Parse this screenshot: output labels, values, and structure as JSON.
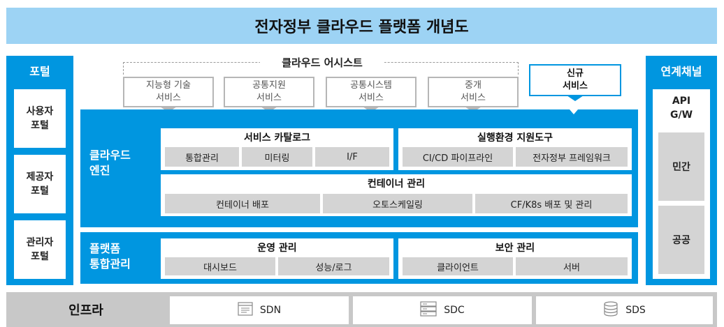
{
  "title": "전자정부 클라우드 플랫폼 개념도",
  "portal": {
    "header": "포털",
    "items": [
      "사용자\n포털",
      "제공자\n포털",
      "관리자\n포털"
    ]
  },
  "linkage": {
    "header": "연계채널",
    "api": "API\nG/W",
    "items": [
      "민간",
      "공공"
    ]
  },
  "cloud_assist": {
    "label": "클라우드 어시스트",
    "services": [
      "지능형 기술\n서비스",
      "공통지원\n서비스",
      "공통시스템\n서비스",
      "중개\n서비스"
    ],
    "new_service": "신규\n서비스"
  },
  "engine": {
    "label": "클라우드\n엔진",
    "service_catalog": {
      "title": "서비스 카탈로그",
      "cells": [
        "통합관리",
        "미터링",
        "I/F"
      ]
    },
    "runtime_tools": {
      "title": "실행환경 지원도구",
      "cells": [
        "CI/CD 파이프라인",
        "전자정부 프레임워크"
      ]
    },
    "container": {
      "title": "컨테이너 관리",
      "cells": [
        "컨테이너 배포",
        "오토스케일링",
        "CF/K8s 배포 및 관리"
      ]
    }
  },
  "platform": {
    "label": "플랫폼\n통합관리",
    "operation": {
      "title": "운영 관리",
      "cells": [
        "대시보드",
        "성능/로그"
      ]
    },
    "security": {
      "title": "보안 관리",
      "cells": [
        "클라이언트",
        "서버"
      ]
    }
  },
  "infra": {
    "label": "인프라",
    "items": [
      {
        "label": "SDN",
        "icon": "network-icon"
      },
      {
        "label": "SDC",
        "icon": "server-icon"
      },
      {
        "label": "SDS",
        "icon": "storage-icon"
      }
    ]
  },
  "colors": {
    "primary": "#0096e0",
    "title_bg": "#9dd3f4",
    "cell_gray": "#d4d4d4",
    "infra_gray": "#c8c8c8"
  }
}
